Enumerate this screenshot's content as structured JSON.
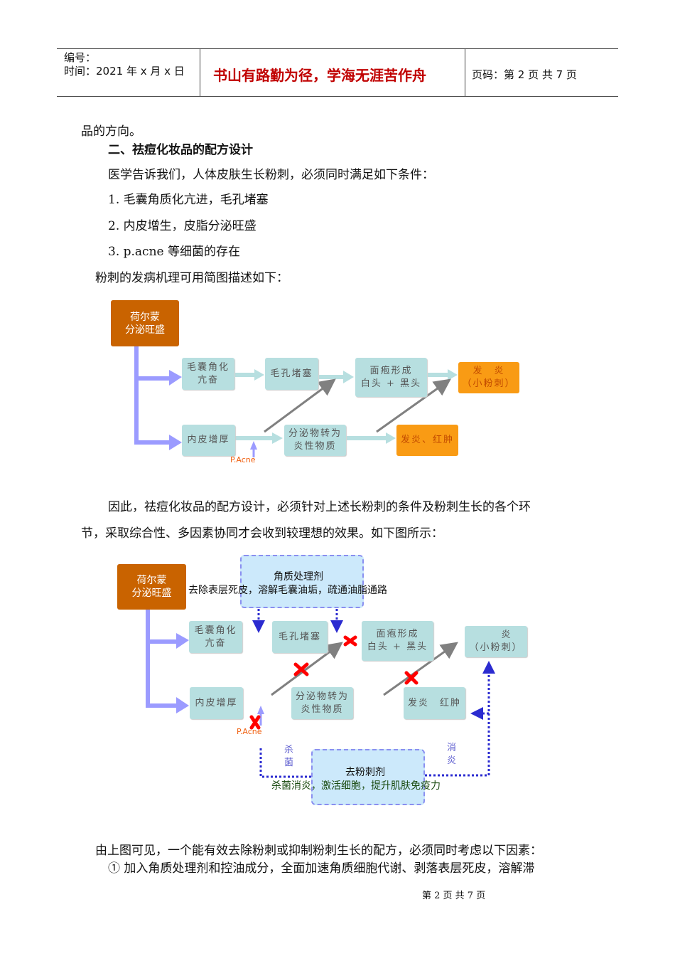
{
  "header": {
    "number_label": "编号：",
    "time_label": "时间：2021 年 x 月 x 日",
    "motto": "书山有路勤为径，学海无涯苦作舟",
    "page_label": "页码：第 2 页  共 7 页"
  },
  "body": {
    "p0": "品的方向。",
    "heading": "二、祛痘化妆品的配方设计",
    "p1": "医学告诉我们，人体皮肤生长粉刺，必须同时满足如下条件：",
    "list": [
      "1.   毛囊角质化亢进，毛孔堵塞",
      "2.   内皮增生，皮脂分泌旺盛",
      "3.   p.acne 等细菌的存在"
    ],
    "p2": "粉刺的发病机理可用简图描述如下：",
    "p3a": "因此，祛痘化妆品的配方设计，必须针对上述长粉刺的条件及粉刺生长的各个环",
    "p3b": "节，采取综合性、多因素协同才会收到较理想的效果。如下图所示：",
    "p4": "由上图可见，一个能有效去除粉刺或抑制粉刺生长的配方，必须同时考虑以下因素：",
    "p5": "①  加入角质处理剂和控油成分，全面加速角质细胞代谢、剥落表层死皮，溶解滞"
  },
  "diagram1": {
    "hormone": [
      "荷尔蒙",
      "分泌旺盛"
    ],
    "follicle": [
      "毛囊角化",
      "亢奋"
    ],
    "pore": "毛孔堵塞",
    "comedo": [
      "面疱形成",
      "白头 + 黑头"
    ],
    "inflam": [
      "发　炎",
      "（小粉刺）"
    ],
    "skin": "内皮增厚",
    "secretion": [
      "分泌物转为",
      "炎性物质"
    ],
    "redness": "发炎、红肿",
    "pacne": "P.Acne"
  },
  "diagram2": {
    "hormone": [
      "荷尔蒙",
      "分泌旺盛"
    ],
    "keratin_title": "角质处理剂",
    "keratin_desc": "去除表层死皮，溶解毛囊油垢，疏通油脂通路",
    "follicle": [
      "毛囊角化",
      "亢奋"
    ],
    "pore": "毛孔堵塞",
    "comedo": [
      "面疱形成",
      "白头 + 黑头"
    ],
    "inflam": [
      "　　炎",
      "（小粉刺）"
    ],
    "skin": "内皮增厚",
    "secretion": [
      "分泌物转为",
      "炎性物质"
    ],
    "redness": "发炎　红肿",
    "pacne": "P.Acne",
    "kill": "杀菌",
    "anti": "消炎",
    "agent_title": "去粉刺剂",
    "agent_desc": "杀菌消炎，激活细胞，提升肌肤免疫力"
  },
  "footer": "第 2 页 共 7 页",
  "colors": {
    "motto": "#c00000",
    "brown": "#c96300",
    "orange": "#f99b14",
    "teal": "#b7dfe0",
    "purple": "#9b9bff",
    "blue": "#2b2bd0",
    "red": "#ff0000"
  }
}
